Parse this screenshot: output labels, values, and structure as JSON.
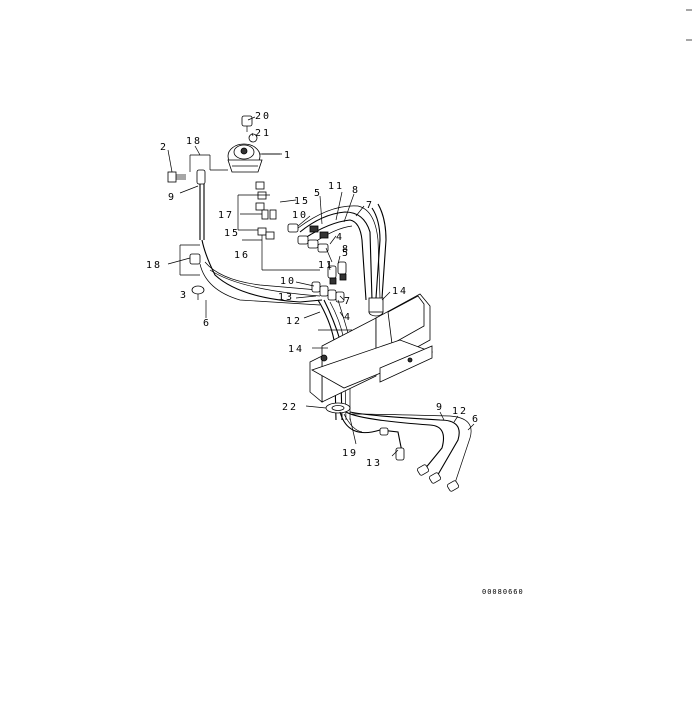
{
  "callouts": [
    {
      "id": "c20",
      "text": "20"
    },
    {
      "id": "c21",
      "text": "21"
    },
    {
      "id": "c18a",
      "text": "18"
    },
    {
      "id": "c2",
      "text": "2"
    },
    {
      "id": "c1",
      "text": "1"
    },
    {
      "id": "c9a",
      "text": "9"
    },
    {
      "id": "c5a",
      "text": "5"
    },
    {
      "id": "c11a",
      "text": "11"
    },
    {
      "id": "c8a",
      "text": "8"
    },
    {
      "id": "c15a",
      "text": "15"
    },
    {
      "id": "c17",
      "text": "17"
    },
    {
      "id": "c10a",
      "text": "10"
    },
    {
      "id": "c7a",
      "text": "7"
    },
    {
      "id": "c15b",
      "text": "15"
    },
    {
      "id": "c4a",
      "text": "4"
    },
    {
      "id": "c16",
      "text": "16"
    },
    {
      "id": "c5b",
      "text": "5"
    },
    {
      "id": "c18b",
      "text": "18"
    },
    {
      "id": "c11b",
      "text": "11"
    },
    {
      "id": "c8b",
      "text": "8"
    },
    {
      "id": "c10b",
      "text": "10"
    },
    {
      "id": "c3",
      "text": "3"
    },
    {
      "id": "c13a",
      "text": "13"
    },
    {
      "id": "c7b",
      "text": "7"
    },
    {
      "id": "c14a",
      "text": "14"
    },
    {
      "id": "c6a",
      "text": "6"
    },
    {
      "id": "c12a",
      "text": "12"
    },
    {
      "id": "c4b",
      "text": "4"
    },
    {
      "id": "c14b",
      "text": "14"
    },
    {
      "id": "c22",
      "text": "22"
    },
    {
      "id": "c9b",
      "text": "9"
    },
    {
      "id": "c12b",
      "text": "12"
    },
    {
      "id": "c6b",
      "text": "6"
    },
    {
      "id": "c19",
      "text": "19"
    },
    {
      "id": "c13b",
      "text": "13"
    }
  ],
  "drawing_code": "00080660"
}
